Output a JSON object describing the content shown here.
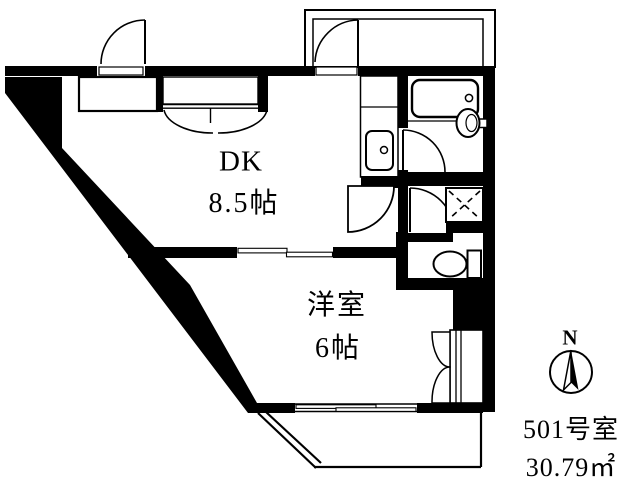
{
  "plan": {
    "rooms": {
      "dk_label": "DK",
      "dk_size": "8.5帖",
      "western_label": "洋室",
      "western_size": "6帖"
    },
    "unit": {
      "room_number": "501号室",
      "floor_area": "30.79㎡"
    },
    "compass_label": "N",
    "colors": {
      "wall": "#000000",
      "background": "#ffffff",
      "line": "#000000"
    }
  }
}
